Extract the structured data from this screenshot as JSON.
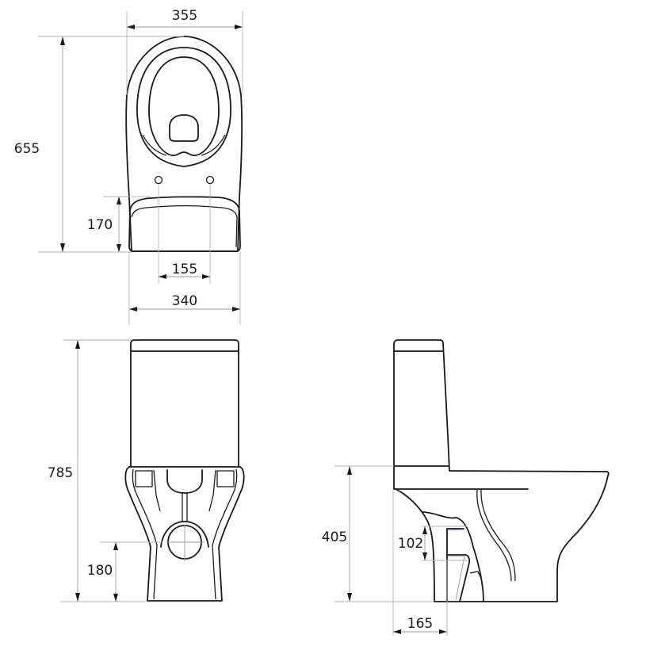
{
  "diagram": {
    "subject": "Close-coupled toilet technical drawing",
    "units": "mm",
    "line_color": "#1a1a1a",
    "dimension_line_color": "#9a9a9a",
    "views": {
      "top": {
        "name": "Top view",
        "dimensions": {
          "overall_width": "355",
          "overall_length": "655",
          "tank_depth": "170",
          "bolt_spacing": "155",
          "tank_width": "340"
        }
      },
      "front": {
        "name": "Front view",
        "dimensions": {
          "overall_height": "785",
          "outlet_center_height": "180"
        }
      },
      "side": {
        "name": "Side view",
        "dimensions": {
          "seat_height": "405",
          "outlet_height": "102",
          "outlet_offset": "165"
        }
      }
    }
  }
}
